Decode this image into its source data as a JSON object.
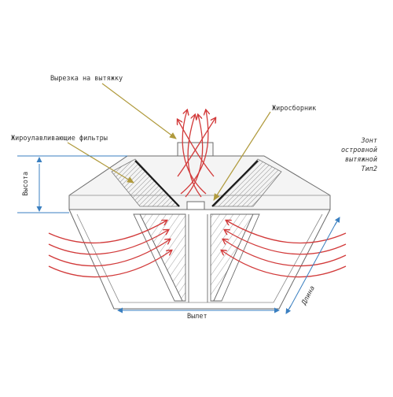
{
  "labels": {
    "outlet_cutout": "Вырезка на вытяжку",
    "grease_collector": "Жиросборник",
    "grease_filters": "Жироулавливающие фильтры",
    "height": "Высота",
    "width": "Вылет",
    "depth": "Длина"
  },
  "title_lines": [
    "Зонт",
    "островной",
    "вытяжной",
    "Тип2"
  ],
  "colors": {
    "airflow": "#d23a3a",
    "pointer": "#b09a3c",
    "outline": "#6b6b6b",
    "dimension": "#3a7fc0",
    "filter_bar": "#1a1a1a",
    "hood_fill": "#f4f4f4"
  }
}
